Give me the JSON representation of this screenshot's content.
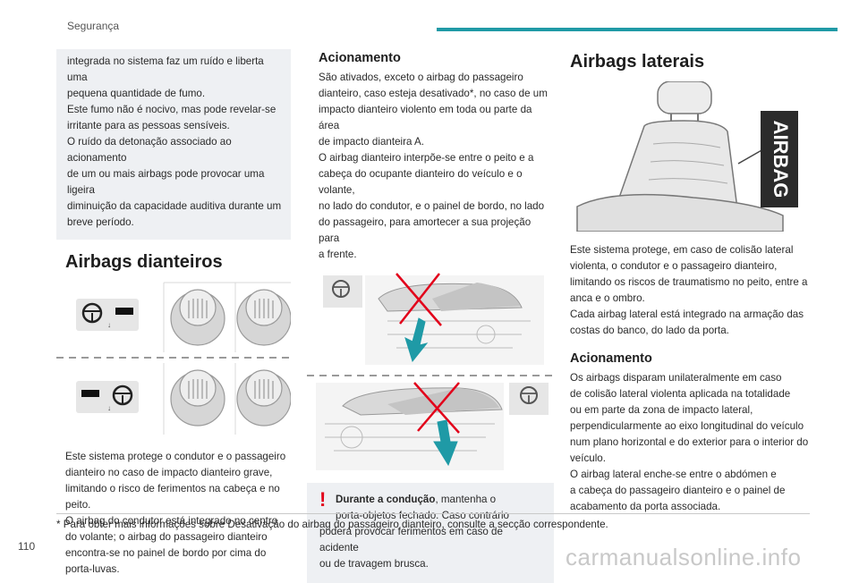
{
  "header": {
    "section": "Segurança"
  },
  "col1": {
    "note_lines": [
      "integrada no sistema faz um ruído e liberta uma",
      "pequena quantidade de fumo.",
      "Este fumo não é nocivo, mas pode revelar-se",
      "irritante para as pessoas sensíveis.",
      "O ruído da detonação associado ao acionamento",
      "de um ou mais airbags pode provocar uma ligeira",
      "diminuição da capacidade auditiva durante um",
      "breve período."
    ],
    "heading": "Airbags dianteiros",
    "body_lines": [
      "Este sistema protege o condutor e o passageiro",
      "dianteiro no caso de impacto dianteiro grave,",
      "limitando o risco de ferimentos na cabeça e no peito.",
      "O airbag do condutor está integrado no centro",
      "do volante; o airbag do passageiro dianteiro",
      "encontra-se no painel de bordo por cima do",
      "porta-luvas."
    ]
  },
  "col2": {
    "heading": "Acionamento",
    "body_lines": [
      "São ativados, exceto o airbag do passageiro",
      "dianteiro, caso esteja desativado*, no caso de um",
      "impacto dianteiro violento em toda ou parte da área",
      "de impacto dianteira A.",
      "O airbag dianteiro interpõe-se entre o peito e a",
      "cabeça do ocupante dianteiro do veículo e o volante,",
      "no lado do condutor, e o painel de bordo, no lado",
      "do passageiro, para amortecer a sua projeção para",
      "a frente."
    ],
    "warning_bold": "Durante a condução",
    "warning_line1_rest": ", mantenha o",
    "warning_lines": [
      "porta-objetos fechado. Caso contrário",
      "poderá provocar ferimentos em caso de acidente",
      "ou de travagem brusca."
    ]
  },
  "col3": {
    "heading": "Airbags laterais",
    "airbag_label": "AIRBAG",
    "body_lines": [
      "Este sistema protege, em caso de colisão lateral",
      "violenta, o condutor e o passageiro dianteiro,",
      "limitando os riscos de traumatismo no peito, entre a",
      "anca e o ombro.",
      "Cada airbag lateral está integrado na armação das",
      "costas do banco, do lado da porta."
    ],
    "subheading": "Acionamento",
    "body2_lines": [
      "Os airbags disparam unilateralmente em caso",
      "de colisão lateral violenta aplicada na totalidade",
      "ou em parte da zona de impacto lateral,",
      "perpendicularmente ao eixo longitudinal do veículo",
      "num plano horizontal e do exterior para o interior do",
      "veículo.",
      "O airbag lateral enche-se entre o abdómen e",
      "a cabeça do passageiro dianteiro e o painel de",
      "acabamento da porta associada."
    ]
  },
  "footnote": "* Para obter mais informações sobre Desativação do airbag do passageiro dianteiro, consulte a secção correspondente.",
  "page_number": "110",
  "watermark": "carmanualsonline.info"
}
